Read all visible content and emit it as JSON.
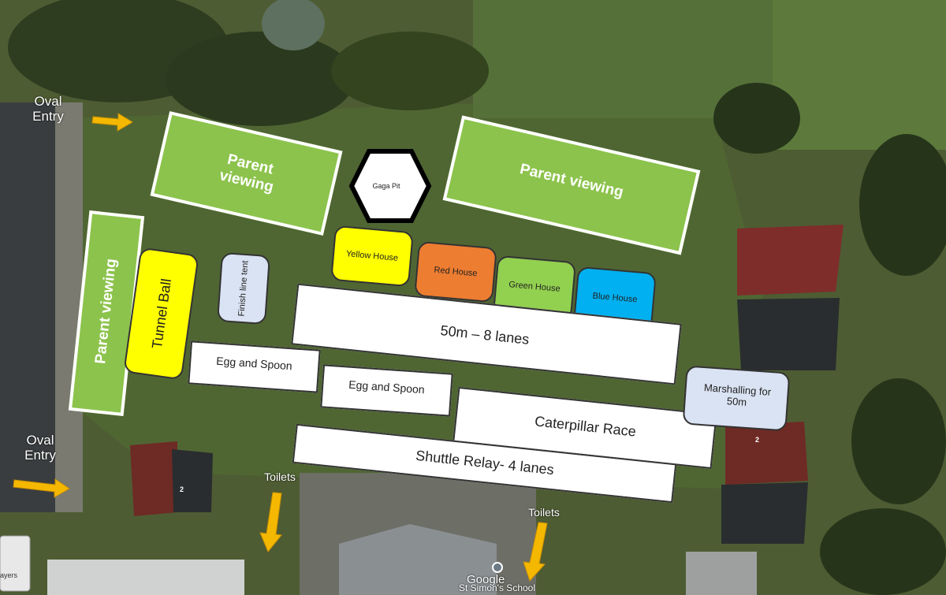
{
  "map": {
    "zones": {
      "parent_viewing_left": "Parent viewing",
      "parent_viewing_top": "Parent viewing",
      "parent_viewing_right": "Parent viewing",
      "gaga_pit": "Gaga Pit",
      "yellow_house": "Yellow House",
      "red_house": "Red House",
      "green_house": "Green House",
      "blue_house": "Blue House",
      "tunnel_ball": "Tunnel Ball",
      "finish_line_tent": "Finish line tent",
      "race_50m": "50m – 8 lanes",
      "egg_spoon_1": "Egg and Spoon",
      "egg_spoon_2": "Egg and Spoon",
      "caterpillar": "Caterpillar Race",
      "shuttle_relay": "Shuttle Relay- 4 lanes",
      "marshalling": "Marshalling for 50m"
    },
    "markers": {
      "oval_entry_top": "Oval Entry",
      "oval_entry_bottom": "Oval Entry",
      "toilets_left": "Toilets",
      "toilets_right": "Toilets"
    },
    "basemap": {
      "google_logo": "Google",
      "school_label": "St Simon's School",
      "layers_button": "ayers",
      "shade_number_1": "2",
      "shade_number_2": "2"
    },
    "colors": {
      "grass": "#8cc34c",
      "yellow": "#ffff00",
      "red": "#ed7d31",
      "green": "#92d050",
      "blue": "#00b0f0",
      "tent": "#dae3f3",
      "arrow": "#f5b800"
    }
  }
}
